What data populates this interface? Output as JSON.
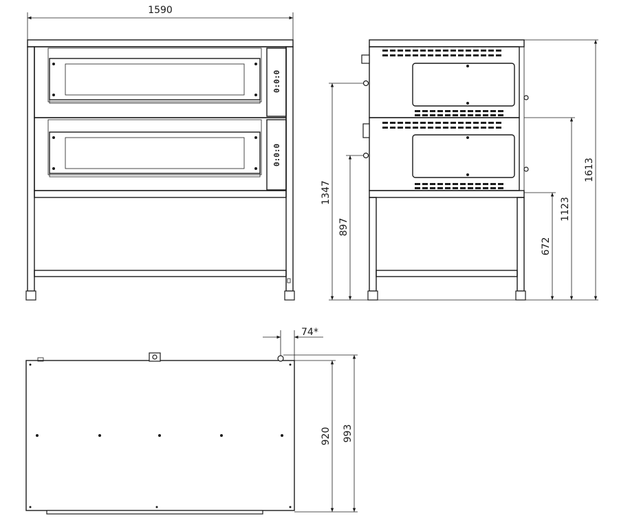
{
  "dimensions": {
    "front_width": "1590",
    "height_total": "1613",
    "height_upper_door": "1347",
    "height_lower_door": "897",
    "height_lower_deck": "1123",
    "height_stand": "672",
    "flue_offset": "74*",
    "depth_inner": "920",
    "depth_total": "993"
  },
  "controls": {
    "upper_panel": "0:0:0",
    "lower_panel": "0:0:0"
  },
  "colors": {
    "line": "#1a1a1a",
    "background": "#ffffff"
  }
}
